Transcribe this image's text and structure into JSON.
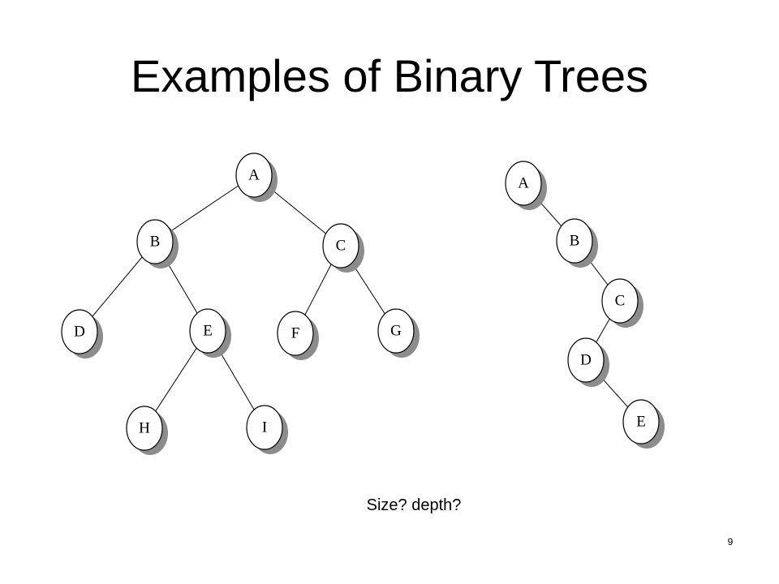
{
  "slide": {
    "title": "Examples of Binary Trees",
    "caption": "Size? depth?",
    "page_number": "9"
  },
  "colors": {
    "node_fill": "#ffffff",
    "node_stroke": "#000000",
    "node_shadow": "#8c8c8c",
    "edge": "#000000"
  },
  "trees": [
    {
      "id": "tree-left",
      "nodes": [
        "A",
        "B",
        "C",
        "D",
        "E",
        "F",
        "G",
        "H",
        "I"
      ],
      "edges": [
        [
          "A",
          "B"
        ],
        [
          "A",
          "C"
        ],
        [
          "B",
          "D"
        ],
        [
          "B",
          "E"
        ],
        [
          "C",
          "F"
        ],
        [
          "C",
          "G"
        ],
        [
          "E",
          "H"
        ],
        [
          "E",
          "I"
        ]
      ]
    },
    {
      "id": "tree-right",
      "nodes": [
        "A",
        "B",
        "C",
        "D",
        "E"
      ],
      "edges": [
        [
          "A",
          "B"
        ],
        [
          "B",
          "C"
        ],
        [
          "C",
          "D"
        ],
        [
          "D",
          "E"
        ]
      ]
    }
  ]
}
